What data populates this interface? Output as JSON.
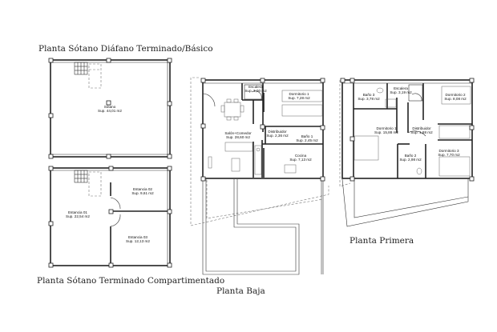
{
  "plans": {
    "basement_open": {
      "title": "Planta Sótano Diáfano Terminado/Básico",
      "rooms": [
        {
          "name": "Sótano",
          "area": "Sup. 44,01 m2"
        }
      ]
    },
    "basement_divided": {
      "title": "Planta Sótano Terminado Compartimentado",
      "rooms": [
        {
          "name": "Estancia 01",
          "area": "Sup. 22,54 m2"
        },
        {
          "name": "Estancia 02",
          "area": "Sup. 9,61 m2"
        },
        {
          "name": "Estancia 03",
          "area": "Sup. 12,13 m2"
        }
      ]
    },
    "ground_floor": {
      "title": "Planta Baja",
      "rooms": [
        {
          "name": "Escalera",
          "area": "Sup. 3,00 m2"
        },
        {
          "name": "Dormitorio 1",
          "area": "Sup. 7,28 m2"
        },
        {
          "name": "Salón+Comedor",
          "area": "Sup. 28,60 m2"
        },
        {
          "name": "Distribuidor",
          "area": "Sup. 2,36 m2"
        },
        {
          "name": "Baño 1",
          "area": "Sup. 2,45 m2"
        },
        {
          "name": "Cocina",
          "area": "Sup. 7,13 m2"
        }
      ]
    },
    "first_floor": {
      "title": "Planta Primera",
      "rooms": [
        {
          "name": "Baño 3",
          "area": "Sup. 3,78 m2"
        },
        {
          "name": "Escalera",
          "area": "Sup. 3,19 m2"
        },
        {
          "name": "Dormitorio 2",
          "area": "Sup. 8,08 m2"
        },
        {
          "name": "Dormitorio 1",
          "area": "Sup. 15,88 m2"
        },
        {
          "name": "Distribuidor",
          "area": "Sup. 1,88 m2"
        },
        {
          "name": "Baño 2",
          "area": "Sup. 2,98 m2"
        },
        {
          "name": "Dormitorio 3",
          "area": "Sup. 7,70 m2"
        }
      ]
    }
  }
}
